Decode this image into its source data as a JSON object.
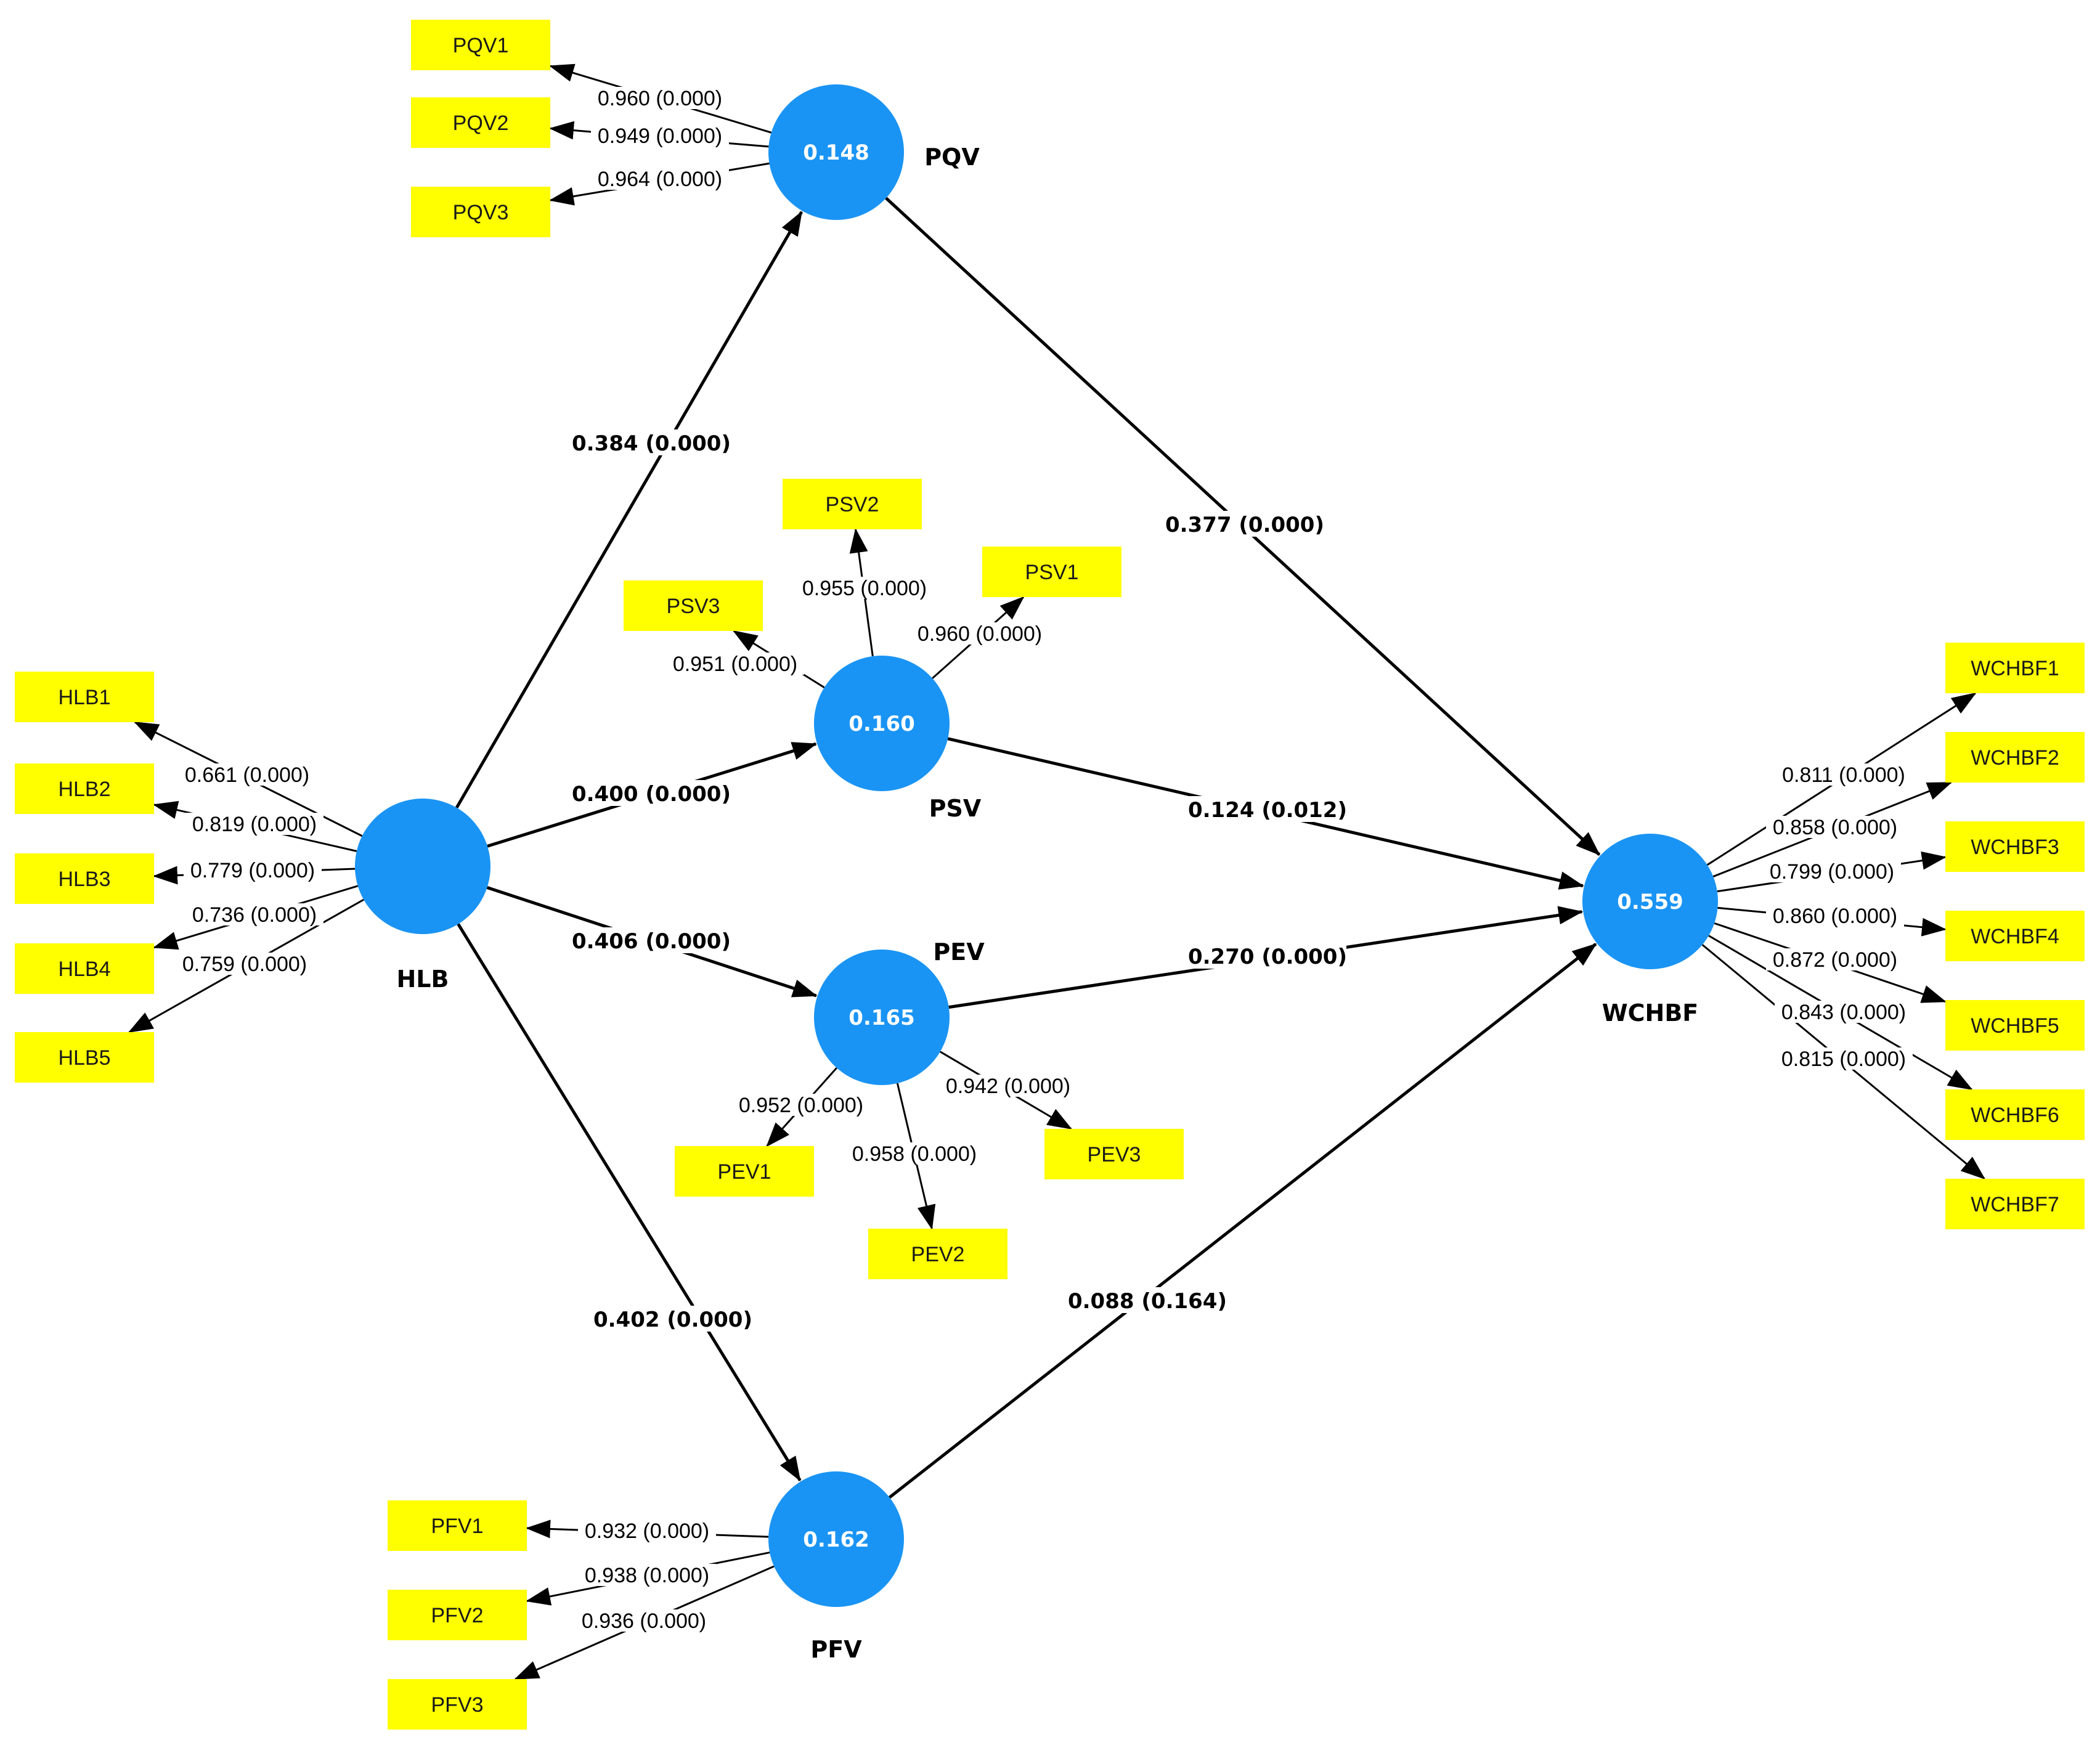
{
  "colors": {
    "construct_fill": "#1a94f4",
    "indicator_fill": "#ffff00",
    "line": "#000000",
    "r2_text": "#ffffff"
  },
  "constructs": {
    "PQV": {
      "name": "PQV",
      "r2": "0.148"
    },
    "PSV": {
      "name": "PSV",
      "r2": "0.160"
    },
    "PEV": {
      "name": "PEV",
      "r2": "0.165"
    },
    "PFV": {
      "name": "PFV",
      "r2": "0.162"
    },
    "HLB": {
      "name": "HLB",
      "r2": ""
    },
    "WCHBF": {
      "name": "WCHBF",
      "r2": "0.559"
    }
  },
  "indicators": [
    {
      "id": "PQV1",
      "construct": "PQV",
      "label": "PQV1",
      "loading": "0.960 (0.000)"
    },
    {
      "id": "PQV2",
      "construct": "PQV",
      "label": "PQV2",
      "loading": "0.949 (0.000)"
    },
    {
      "id": "PQV3",
      "construct": "PQV",
      "label": "PQV3",
      "loading": "0.964 (0.000)"
    },
    {
      "id": "PSV1",
      "construct": "PSV",
      "label": "PSV1",
      "loading": "0.960 (0.000)"
    },
    {
      "id": "PSV2",
      "construct": "PSV",
      "label": "PSV2",
      "loading": "0.955 (0.000)"
    },
    {
      "id": "PSV3",
      "construct": "PSV",
      "label": "PSV3",
      "loading": "0.951 (0.000)"
    },
    {
      "id": "PEV1",
      "construct": "PEV",
      "label": "PEV1",
      "loading": "0.952 (0.000)"
    },
    {
      "id": "PEV2",
      "construct": "PEV",
      "label": "PEV2",
      "loading": "0.958 (0.000)"
    },
    {
      "id": "PEV3",
      "construct": "PEV",
      "label": "PEV3",
      "loading": "0.942 (0.000)"
    },
    {
      "id": "PFV1",
      "construct": "PFV",
      "label": "PFV1",
      "loading": "0.932 (0.000)"
    },
    {
      "id": "PFV2",
      "construct": "PFV",
      "label": "PFV2",
      "loading": "0.938 (0.000)"
    },
    {
      "id": "PFV3",
      "construct": "PFV",
      "label": "PFV3",
      "loading": "0.936 (0.000)"
    },
    {
      "id": "HLB1",
      "construct": "HLB",
      "label": "HLB1",
      "loading": "0.661 (0.000)"
    },
    {
      "id": "HLB2",
      "construct": "HLB",
      "label": "HLB2",
      "loading": "0.819 (0.000)"
    },
    {
      "id": "HLB3",
      "construct": "HLB",
      "label": "HLB3",
      "loading": "0.779 (0.000)"
    },
    {
      "id": "HLB4",
      "construct": "HLB",
      "label": "HLB4",
      "loading": "0.736 (0.000)"
    },
    {
      "id": "HLB5",
      "construct": "HLB",
      "label": "HLB5",
      "loading": "0.759 (0.000)"
    },
    {
      "id": "WCHBF1",
      "construct": "WCHBF",
      "label": "WCHBF1",
      "loading": "0.811 (0.000)"
    },
    {
      "id": "WCHBF2",
      "construct": "WCHBF",
      "label": "WCHBF2",
      "loading": "0.858 (0.000)"
    },
    {
      "id": "WCHBF3",
      "construct": "WCHBF",
      "label": "WCHBF3",
      "loading": "0.799 (0.000)"
    },
    {
      "id": "WCHBF4",
      "construct": "WCHBF",
      "label": "WCHBF4",
      "loading": "0.860 (0.000)"
    },
    {
      "id": "WCHBF5",
      "construct": "WCHBF",
      "label": "WCHBF5",
      "loading": "0.872 (0.000)"
    },
    {
      "id": "WCHBF6",
      "construct": "WCHBF",
      "label": "WCHBF6",
      "loading": "0.843 (0.000)"
    },
    {
      "id": "WCHBF7",
      "construct": "WCHBF",
      "label": "WCHBF7",
      "loading": "0.815 (0.000)"
    }
  ],
  "paths": [
    {
      "id": "HLB-PQV",
      "from": "HLB",
      "to": "PQV",
      "label": "0.384 (0.000)"
    },
    {
      "id": "HLB-PSV",
      "from": "HLB",
      "to": "PSV",
      "label": "0.400 (0.000)"
    },
    {
      "id": "HLB-PEV",
      "from": "HLB",
      "to": "PEV",
      "label": "0.406 (0.000)"
    },
    {
      "id": "HLB-PFV",
      "from": "HLB",
      "to": "PFV",
      "label": "0.402 (0.000)"
    },
    {
      "id": "PQV-WCHBF",
      "from": "PQV",
      "to": "WCHBF",
      "label": "0.377 (0.000)"
    },
    {
      "id": "PSV-WCHBF",
      "from": "PSV",
      "to": "WCHBF",
      "label": "0.124 (0.012)"
    },
    {
      "id": "PEV-WCHBF",
      "from": "PEV",
      "to": "WCHBF",
      "label": "0.270 (0.000)"
    },
    {
      "id": "PFV-WCHBF",
      "from": "PFV",
      "to": "WCHBF",
      "label": "0.088 (0.164)"
    }
  ]
}
